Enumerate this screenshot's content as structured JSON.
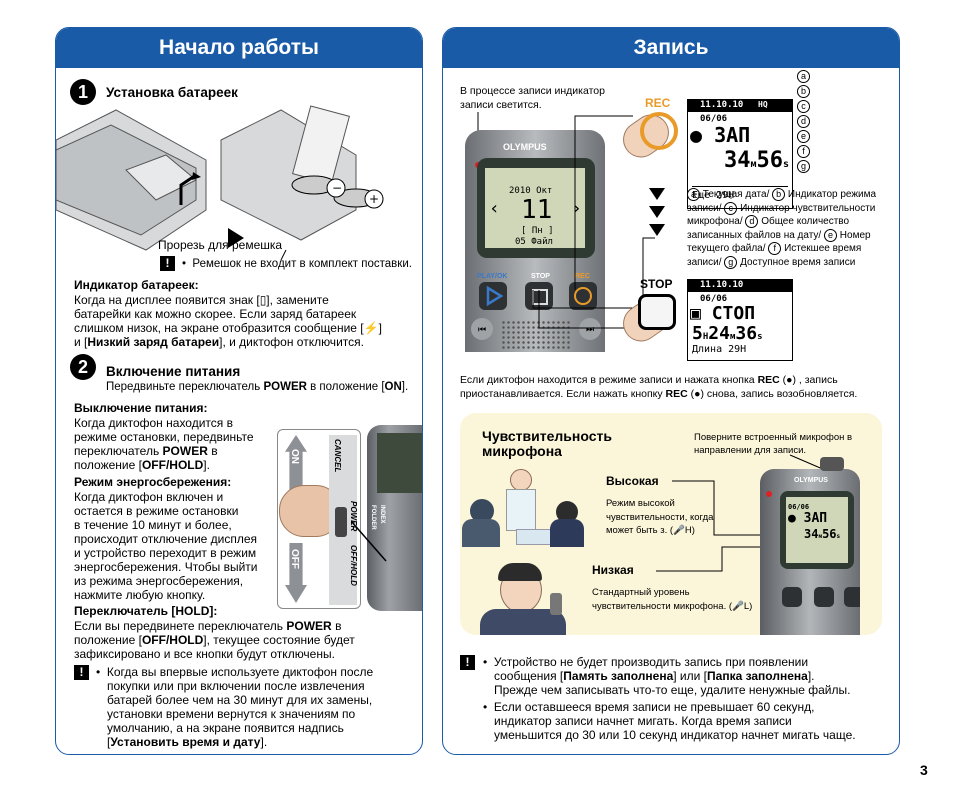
{
  "left_panel": {
    "title": "Начало работы",
    "step1": {
      "number": "1",
      "heading": "Установка батареек",
      "strap_label": "Прорезь для ремешка",
      "strap_note": "Ремешок не входит в комплект поставки."
    },
    "battery": {
      "heading": "Индикатор батареек:",
      "l1": "Когда на дисплее появится знак [▯], замените",
      "l2": "батарейки как можно скорее. Если заряд батареек",
      "l3": "слишком низок, на экране отобразится сообщение [⚡]",
      "l4a": "и [",
      "l4b": "Низкий заряд батареи",
      "l4c": "], и диктофон отключится."
    },
    "step2": {
      "number": "2",
      "heading": "Включение питания",
      "sub_a": "Передвиньте переключатель ",
      "sub_b": "POWER",
      "sub_c": " в положение [",
      "sub_d": "ON",
      "sub_e": "]."
    },
    "power_off": {
      "heading": "Выключение питания:",
      "l1": "Когда диктофон находится в",
      "l2": "режиме остановки, передвиньте",
      "l3a": "переключатель ",
      "l3b": "POWER",
      "l3c": " в",
      "l4a": "положение [",
      "l4b": "OFF/HOLD",
      "l4c": "]."
    },
    "eco": {
      "heading": "Режим энергосбережения:",
      "lines": [
        "Когда диктофон включен и",
        "остается в режиме остановки",
        "в течение 10 минут и более,",
        "происходит отключение дисплея",
        "и устройство переходит в режим",
        "энергосбережения. Чтобы выйти",
        "из режима энергосбережения,",
        "нажмите любую кнопку."
      ]
    },
    "hold": {
      "heading": "Переключатель [HOLD]:",
      "l1a": "Если вы передвинете переключатель ",
      "l1b": "POWER",
      "l1c": " в",
      "l2a": "положение [",
      "l2b": "OFF/HOLD",
      "l2c": "], текущее состояние будет",
      "l3": "зафиксировано и все кнопки будут отключены."
    },
    "note": {
      "lines": [
        "Когда вы впервые используете диктофон после",
        "покупки или при включении после извлечения",
        "батарей более чем на 30 минут для их замены,",
        "установки времени вернутся к значениям по",
        "умолчанию, а на экране появится надпись"
      ],
      "last_a": "[",
      "last_b": "Установить время и дату",
      "last_c": "]."
    },
    "switch_on": "ON",
    "switch_off": "OFF",
    "device_labels": {
      "cancel": "CANCEL",
      "power": "POWER",
      "hold": "OFF/HOLD",
      "folder": "FOLDER",
      "index": "INDEX"
    }
  },
  "right_panel": {
    "title": "Запись",
    "rec_note_l1": "В процессе записи индикатор",
    "rec_note_l2": "записи светится.",
    "rec_button": "REC",
    "stop_button": "STOP",
    "brand": "OLYMPUS",
    "device_screen": {
      "date": "2010 Окт",
      "day": "11",
      "sub": "[ Пн ]",
      "files": "05 Файл"
    },
    "device_buttons": {
      "play": "PLAY/OK",
      "stop": "STOP",
      "rec": "REC"
    },
    "lcd_rec": {
      "date": "11.10.10",
      "mode": "HQ",
      "file": "06/06",
      "status": "ЗАП",
      "min": "34",
      "m": "м",
      "sec": "56",
      "s": "s",
      "remain": "Еще 29H"
    },
    "lcd_stop": {
      "date": "11.10.10",
      "file": "06/06",
      "status": "СТОП",
      "h": "5",
      "hl": "H",
      "min": "24",
      "m": "м",
      "sec": "36",
      "s": "s",
      "length": "Длина 29H"
    },
    "callouts": [
      "a",
      "b",
      "c",
      "d",
      "e",
      "f",
      "g"
    ],
    "legend": [
      {
        "k": "a",
        "t": "Текущая дата/"
      },
      {
        "k": "b",
        "t": "Индикатор режима записи/"
      },
      {
        "k": "c",
        "t": "Индикатор чувствительности микрофона/"
      },
      {
        "k": "d",
        "t": "Общее количество записанных файлов на дату/"
      },
      {
        "k": "e",
        "t": "Номер текущего файла/"
      },
      {
        "k": "f",
        "t": "Истекшее время записи/"
      },
      {
        "k": "g",
        "t": "Доступное время записи"
      }
    ],
    "pause": {
      "l1a": "Если диктофон находится в режиме записи и нажата кнопка ",
      "l1b": "REC",
      "l1c": " (●) , запись",
      "l2a": "приостанавливается. Если нажать кнопку ",
      "l2b": "REC",
      "l2c": " (●) снова, запись возобновляется."
    },
    "sensitivity": {
      "title_l1": "Чувствительность",
      "title_l2": "микрофона",
      "mic_note_l1": "Поверните встроенный микрофон в",
      "mic_note_l2": "направлении для записи.",
      "high": "Высокая",
      "high_desc": [
        "Режим высокой",
        "чувствительности, когда",
        "может быть з. (🎤H)"
      ],
      "low": "Низкая",
      "low_desc": [
        "Стандартный уровень",
        "чувствительности микрофона. (🎤L)"
      ]
    },
    "notes": {
      "n1_l1": "Устройство не будет производить запись при появлении",
      "n1_l2a": "сообщения [",
      "n1_l2b": "Память заполнена",
      "n1_l2c": "] или [",
      "n1_l2d": "Папка заполнена",
      "n1_l2e": "].",
      "n1_l3": "Прежде чем записывать что-то еще, удалите ненужные файлы.",
      "n2_l1": "Если оставшееся время записи не превышает 60 секунд,",
      "n2_l2": "индикатор записи начнет мигать. Когда время записи",
      "n2_l3": "уменьшится до 30 или 10 секунд индикатор начнет мигать чаще."
    }
  },
  "page_number": "3",
  "colors": {
    "accent": "#1a5ba8",
    "rec": "#e99b2a",
    "play": "#3a78c8",
    "sens_bg": "#fbf6d9"
  }
}
